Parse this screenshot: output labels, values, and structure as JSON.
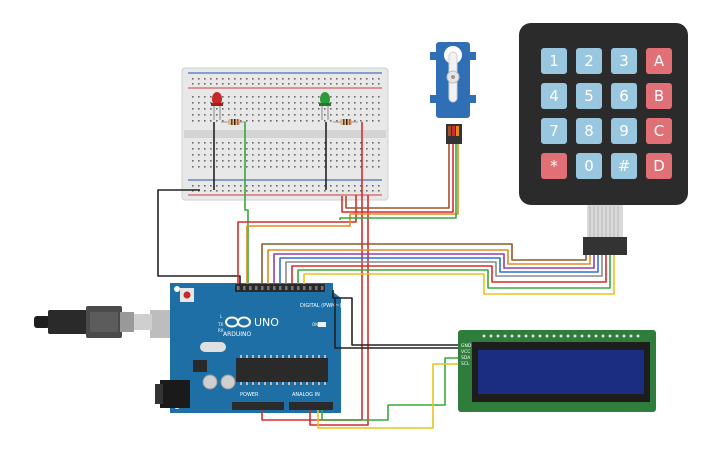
{
  "arduino": {
    "brand": "ARDUINO",
    "model": "UNO",
    "digital_header": "DIGITAL (PWM~)",
    "analog_header": "ANALOG IN",
    "power_header": "POWER",
    "tx_label": "TX",
    "rx_label": "RX",
    "l_label": "L",
    "on_label": "ON"
  },
  "lcd": {
    "pins": [
      "GND",
      "VCC",
      "SDA",
      "SCL"
    ]
  },
  "keypad": {
    "keys": [
      [
        "1",
        "2",
        "3",
        "A"
      ],
      [
        "4",
        "5",
        "6",
        "B"
      ],
      [
        "7",
        "8",
        "9",
        "C"
      ],
      [
        "*",
        "0",
        "#",
        "D"
      ]
    ]
  },
  "colors": {
    "arduino_board": "#1d6fa5",
    "keypad_body": "#2b2b2b",
    "keypad_key_blue": "#99c7e0",
    "keypad_key_red": "#e07075",
    "lcd_board": "#2f7d3a",
    "lcd_screen": "#1a2d80",
    "breadboard": "#e7e7e7",
    "servo": "#2f6fb5",
    "led_red": "#c62828",
    "led_green": "#2e9b3a",
    "wire_red": "#d62c2c",
    "wire_black": "#222222",
    "wire_green": "#3aa83a",
    "wire_orange": "#e38a1e",
    "wire_yellow": "#e8c31f",
    "wire_brown": "#8b5a2b",
    "wire_purple": "#8d3fb0",
    "wire_blue": "#2f6fd6",
    "wire_gray": "#8a8a8a"
  },
  "icons": [
    "usb-cable-icon",
    "dc-jack-icon",
    "atmega-chip-icon",
    "servo-horn-icon",
    "led-icon",
    "resistor-icon"
  ]
}
